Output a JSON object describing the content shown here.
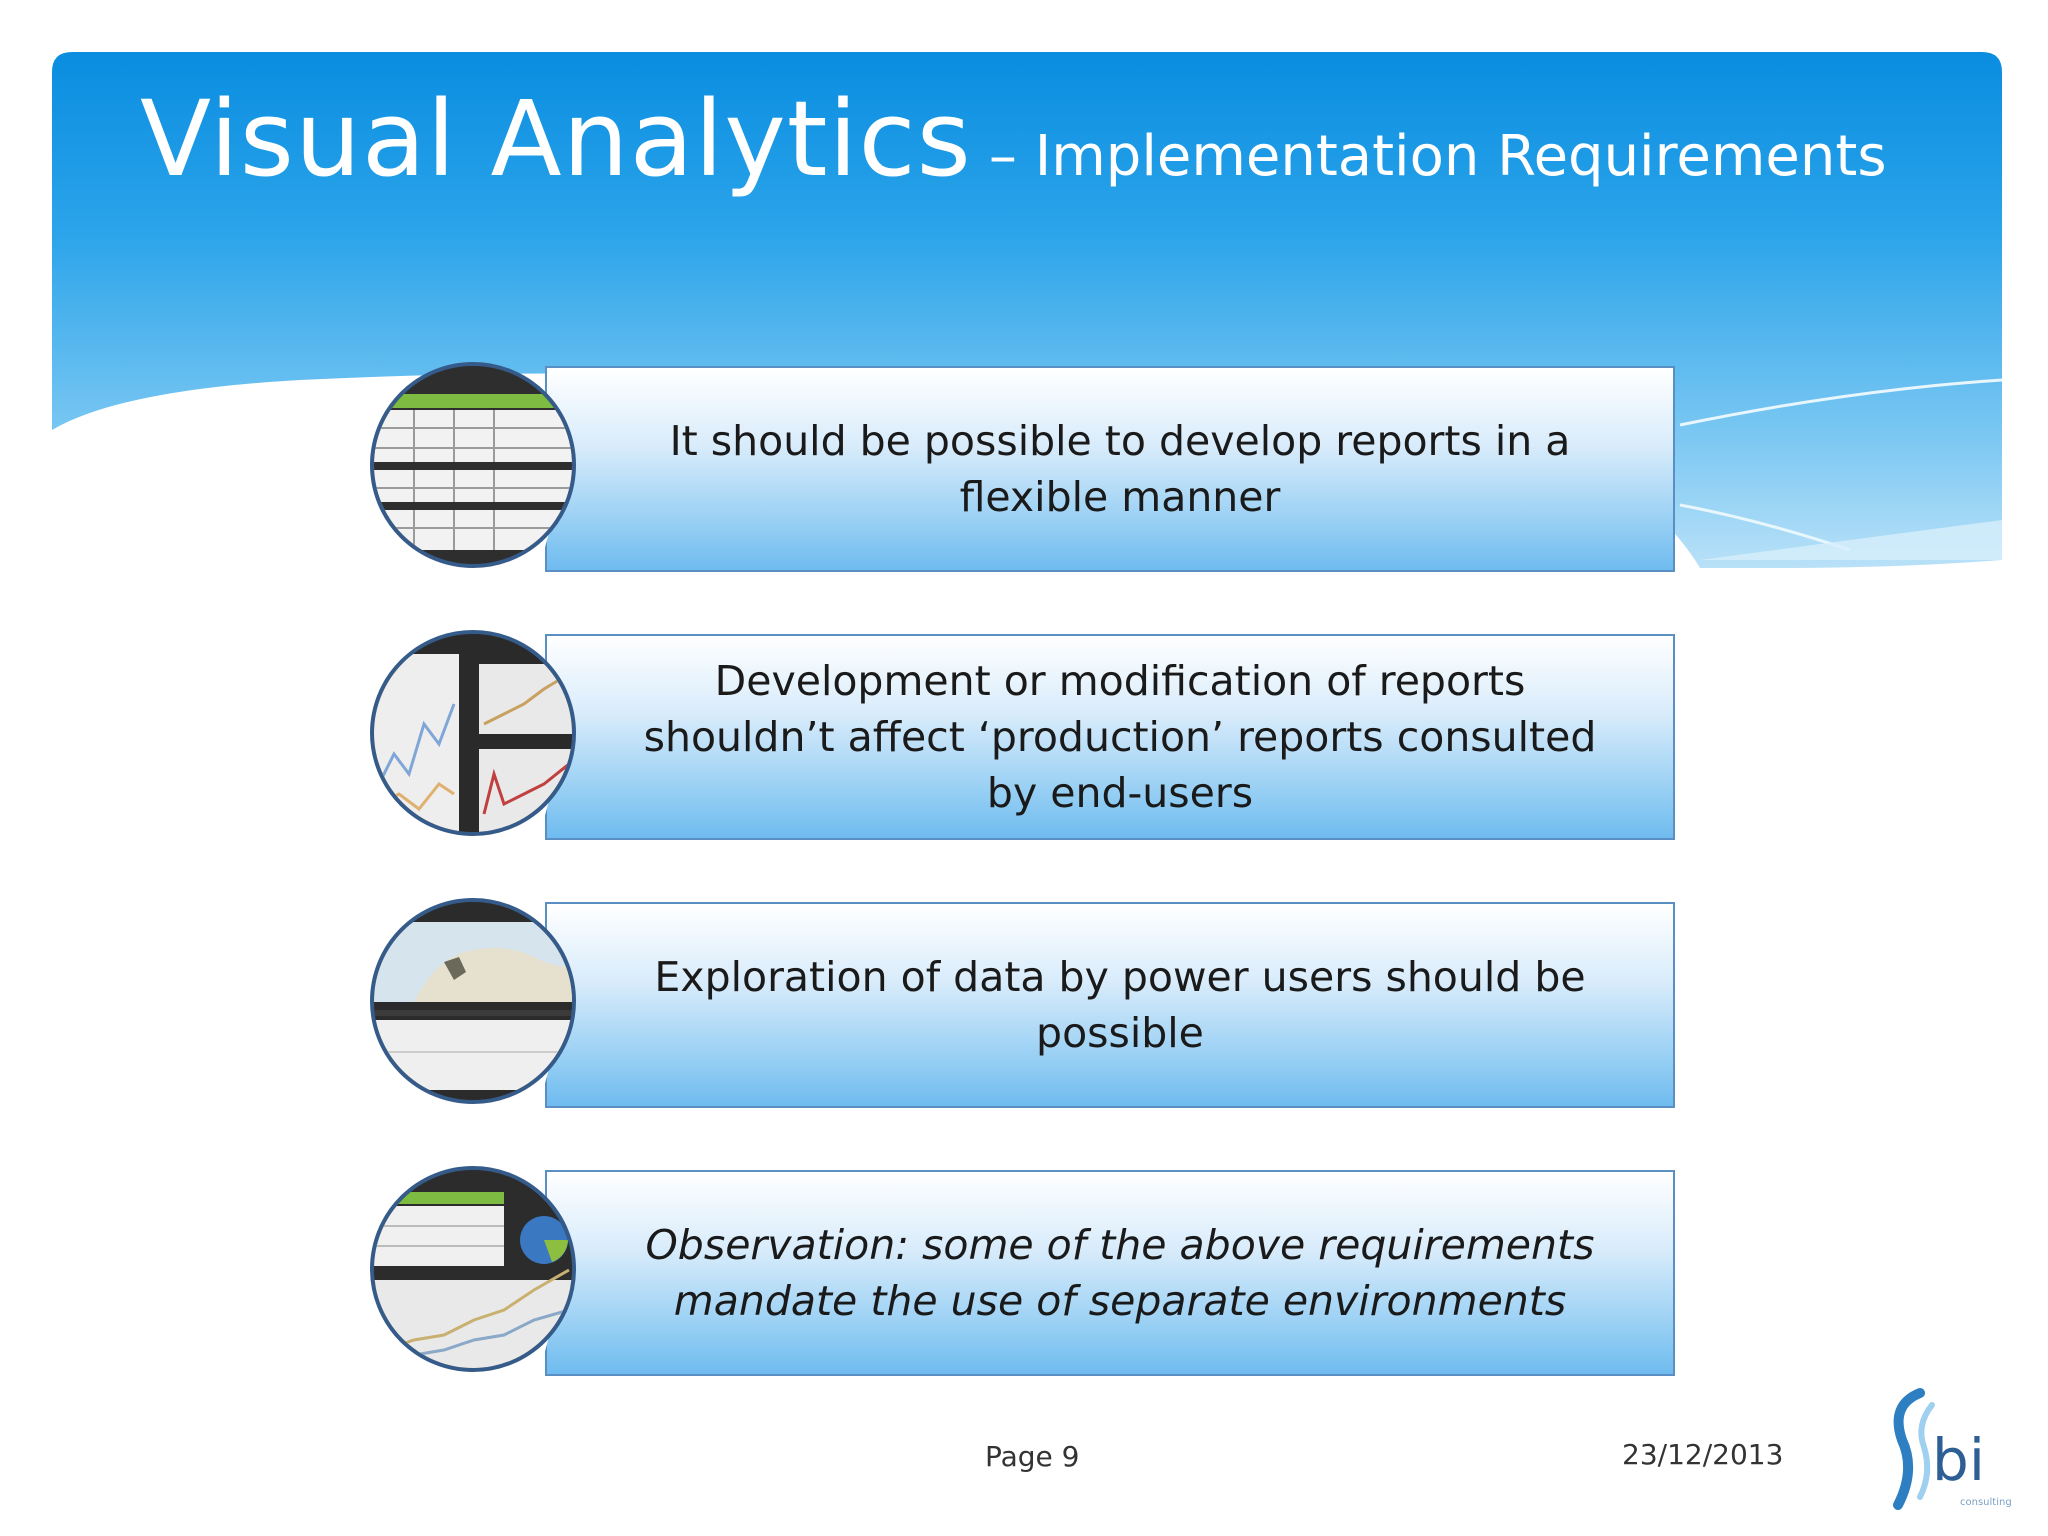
{
  "slide": {
    "title": "Visual Analytics",
    "subtitle": "– Implementation Requirements",
    "requirements": [
      {
        "text_lines": [
          "It should be possible to develop reports in a",
          "flexible manner"
        ],
        "thumbnail": "report-table-thumbnail"
      },
      {
        "text_lines": [
          "Development or modification of reports",
          "shouldn’t affect ‘production’ reports consulted",
          "by end-users"
        ],
        "thumbnail": "line-chart-thumbnail"
      },
      {
        "text_lines": [
          "Exploration of data by power users should be",
          "possible"
        ],
        "thumbnail": "map-thumbnail"
      },
      {
        "text_lines": [
          "Observation: some of the above requirements",
          "mandate the use of separate environments"
        ],
        "thumbnail": "dashboard-thumbnail"
      }
    ],
    "footer": {
      "page": "Page 9",
      "date": "23/12/2013"
    },
    "logo": {
      "text": "bi",
      "subtext": "consulting"
    },
    "colors": {
      "header_blue": "#0f8ee0",
      "header_light": "#a9d9f6",
      "box_border": "#5a8fc4",
      "thumb_border": "#355b8a"
    }
  }
}
